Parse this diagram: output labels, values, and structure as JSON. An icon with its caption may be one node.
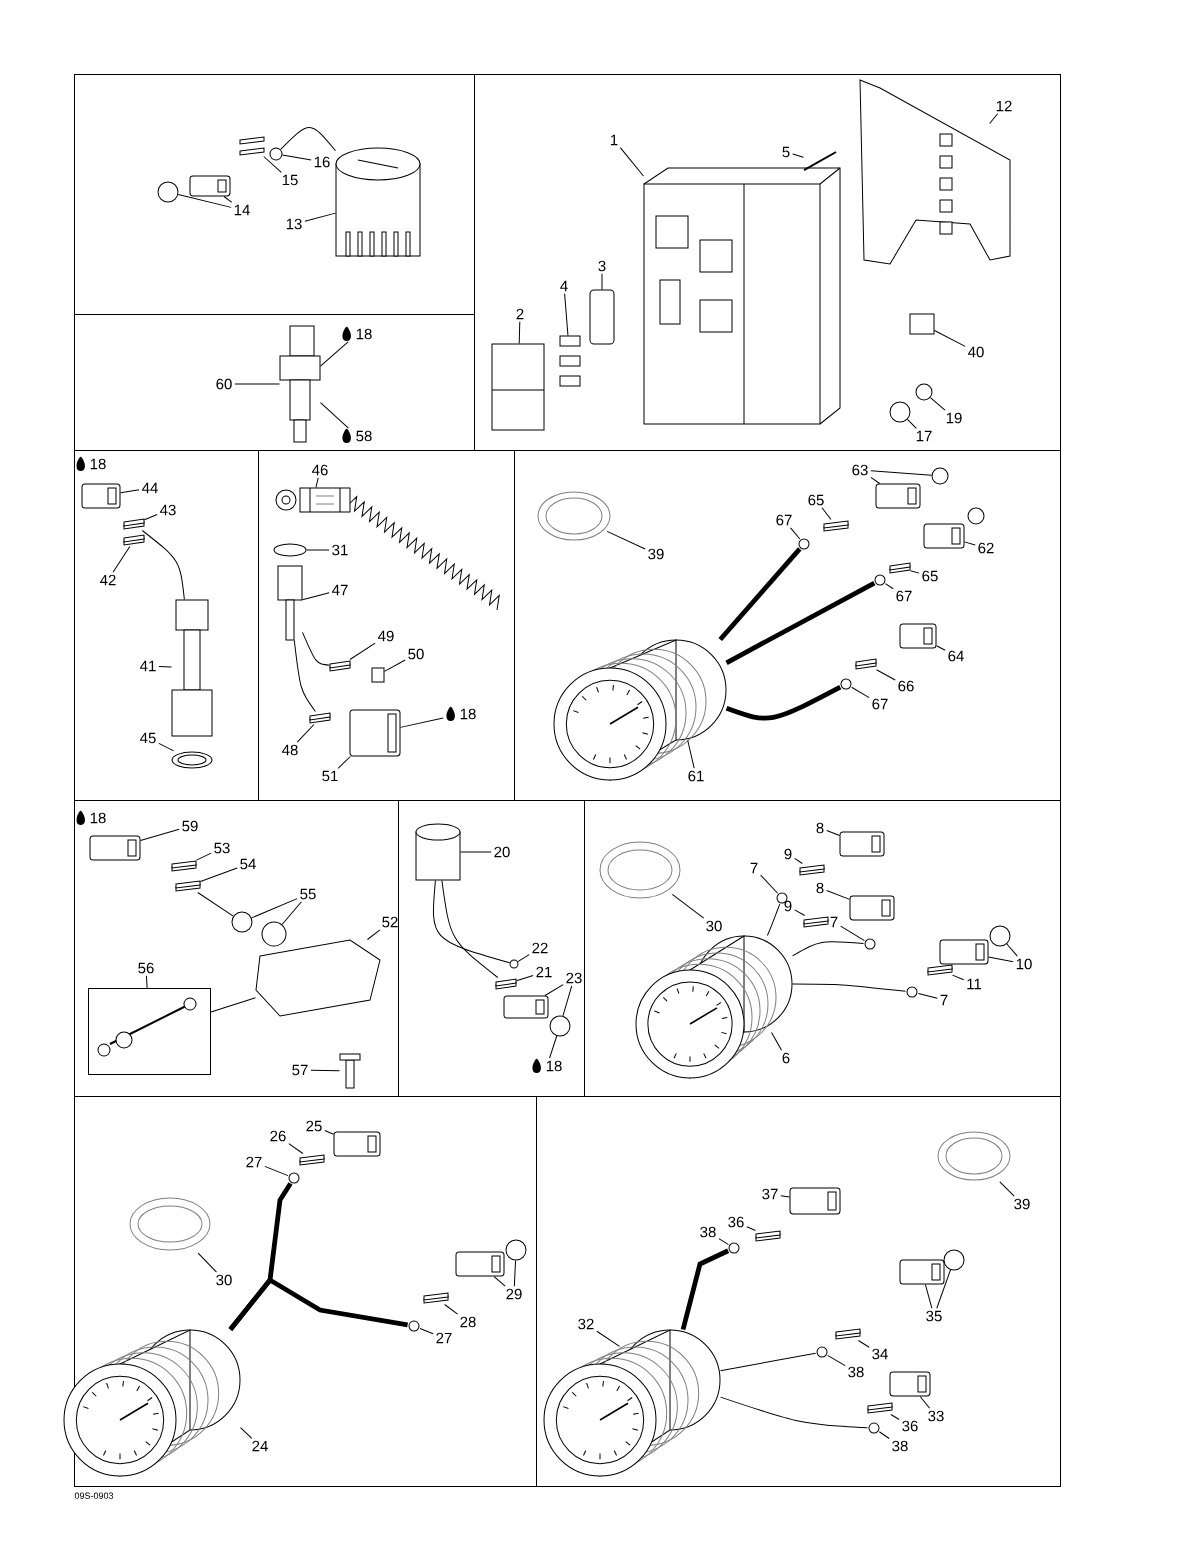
{
  "diagram": {
    "nodes": [
      {
        "text": [],
        "shape": "box"
      },
      {
        "text": [
          "16"
        ],
        "in": 0
      },
      {
        "text": [
          "15"
        ],
        "in": 0
      },
      {
        "text": [
          "14"
        ],
        "in": 0
      },
      {
        "text": [
          "13"
        ],
        "in": 0
      },
      {
        "text": [],
        "shape": "box"
      },
      {
        "text": [
          "18"
        ],
        "in": 5
      },
      {
        "text": [
          "60"
        ],
        "in": 5
      },
      {
        "text": [
          "58"
        ],
        "in": 5
      },
      {
        "text": [],
        "shape": "box"
      },
      {
        "text": [
          "1"
        ],
        "in": 9
      },
      {
        "text": [
          "12"
        ],
        "in": 9
      },
      {
        "text": [
          "5"
        ],
        "in": 9
      },
      {
        "text": [
          "3"
        ],
        "in": 9
      },
      {
        "text": [
          "4"
        ],
        "in": 9
      },
      {
        "text": [
          "2"
        ],
        "in": 9
      },
      {
        "text": [
          "40"
        ],
        "in": 9
      },
      {
        "text": [
          "19"
        ],
        "in": 9
      },
      {
        "text": [
          "17"
        ],
        "in": 9
      },
      {
        "text": [],
        "shape": "box"
      },
      {
        "text": [
          "18"
        ],
        "in": 19
      },
      {
        "text": [
          "44"
        ],
        "in": 19
      },
      {
        "text": [
          "43"
        ],
        "in": 19
      },
      {
        "text": [
          "42"
        ],
        "in": 19
      },
      {
        "text": [
          "41"
        ],
        "in": 19
      },
      {
        "text": [
          "45"
        ],
        "in": 19
      },
      {
        "text": [],
        "shape": "box"
      },
      {
        "text": [
          "46"
        ],
        "in": 26
      },
      {
        "text": [
          "31"
        ],
        "in": 26
      },
      {
        "text": [
          "47"
        ],
        "in": 26
      },
      {
        "text": [
          "49"
        ],
        "in": 26
      },
      {
        "text": [
          "50"
        ],
        "in": 26
      },
      {
        "text": [
          "48"
        ],
        "in": 26
      },
      {
        "text": [
          "51"
        ],
        "in": 26
      },
      {
        "text": [
          "18"
        ],
        "in": 26
      },
      {
        "text": [],
        "shape": "box"
      },
      {
        "text": [
          "39"
        ],
        "in": 35
      },
      {
        "text": [
          "63"
        ],
        "in": 35
      },
      {
        "text": [
          "65"
        ],
        "in": 35
      },
      {
        "text": [
          "67"
        ],
        "in": 35
      },
      {
        "text": [
          "62"
        ],
        "in": 35
      },
      {
        "text": [
          "65"
        ],
        "in": 35
      },
      {
        "text": [
          "67"
        ],
        "in": 35
      },
      {
        "text": [
          "64"
        ],
        "in": 35
      },
      {
        "text": [
          "66"
        ],
        "in": 35
      },
      {
        "text": [
          "67"
        ],
        "in": 35
      },
      {
        "text": [
          "61"
        ],
        "in": 35
      },
      {
        "text": [],
        "shape": "box"
      },
      {
        "text": [
          "18"
        ],
        "in": 47
      },
      {
        "text": [
          "59"
        ],
        "in": 47
      },
      {
        "text": [
          "53"
        ],
        "in": 47
      },
      {
        "text": [
          "54"
        ],
        "in": 47
      },
      {
        "text": [
          "55"
        ],
        "in": 47
      },
      {
        "text": [
          "52"
        ],
        "in": 47
      },
      {
        "text": [],
        "shape": "box",
        "in": 47
      },
      {
        "text": [
          "56"
        ],
        "in": 47
      },
      {
        "text": [
          "57"
        ],
        "in": 47
      },
      {
        "text": [],
        "shape": "box"
      },
      {
        "text": [
          "20"
        ],
        "in": 57
      },
      {
        "text": [
          "22"
        ],
        "in": 57
      },
      {
        "text": [
          "21"
        ],
        "in": 57
      },
      {
        "text": [
          "23"
        ],
        "in": 57
      },
      {
        "text": [
          "18"
        ],
        "in": 57
      },
      {
        "text": [],
        "shape": "box"
      },
      {
        "text": [
          "30"
        ],
        "in": 63
      },
      {
        "text": [
          "8"
        ],
        "in": 63
      },
      {
        "text": [
          "9"
        ],
        "in": 63
      },
      {
        "text": [
          "7"
        ],
        "in": 63
      },
      {
        "text": [
          "8"
        ],
        "in": 63
      },
      {
        "text": [
          "9"
        ],
        "in": 63
      },
      {
        "text": [
          "7"
        ],
        "in": 63
      },
      {
        "text": [
          "11"
        ],
        "in": 63
      },
      {
        "text": [
          "7"
        ],
        "in": 63
      },
      {
        "text": [
          "10"
        ],
        "in": 63
      },
      {
        "text": [
          "6"
        ],
        "in": 63
      },
      {
        "text": [],
        "shape": "box"
      },
      {
        "text": [
          "25"
        ],
        "in": 75
      },
      {
        "text": [
          "26"
        ],
        "in": 75
      },
      {
        "text": [
          "27"
        ],
        "in": 75
      },
      {
        "text": [
          "30"
        ],
        "in": 75
      },
      {
        "text": [
          "29"
        ],
        "in": 75
      },
      {
        "text": [
          "28"
        ],
        "in": 75
      },
      {
        "text": [
          "27"
        ],
        "in": 75
      },
      {
        "text": [
          "24"
        ],
        "in": 75
      },
      {
        "text": [],
        "shape": "box"
      },
      {
        "text": [
          "37"
        ],
        "in": 84
      },
      {
        "text": [
          "36"
        ],
        "in": 84
      },
      {
        "text": [
          "38"
        ],
        "in": 84
      },
      {
        "text": [
          "39"
        ],
        "in": 84
      },
      {
        "text": [
          "35"
        ],
        "in": 84
      },
      {
        "text": [
          "32"
        ],
        "in": 84
      },
      {
        "text": [
          "34"
        ],
        "in": 84
      },
      {
        "text": [
          "38"
        ],
        "in": 84
      },
      {
        "text": [
          "33"
        ],
        "in": 84
      },
      {
        "text": [
          "36"
        ],
        "in": 84
      },
      {
        "text": [
          "38"
        ],
        "in": 84
      },
      {
        "text": [],
        "shape": "picture",
        "in": 0
      },
      {
        "text": [],
        "shape": "circle",
        "in": 0
      },
      {
        "text": [],
        "shape": "box",
        "in": 0
      },
      {
        "text": [],
        "shape": "circle",
        "in": 0
      },
      {
        "text": [],
        "shape": "box",
        "in": 0
      },
      {
        "text": [],
        "shape": "picture",
        "in": 5
      },
      {
        "text": [],
        "shape": "picture",
        "in": 9
      },
      {
        "text": [],
        "shape": "picture",
        "in": 9
      },
      {
        "text": [],
        "shape": "picture",
        "in": 9
      },
      {
        "text": [],
        "shape": "box",
        "in": 9
      },
      {
        "text": [],
        "shape": "picture",
        "in": 9
      },
      {
        "text": [],
        "shape": "picture",
        "in": 9
      },
      {
        "text": [],
        "shape": "box",
        "in": 9
      },
      {
        "text": [],
        "shape": "circle",
        "in": 9
      },
      {
        "text": [],
        "shape": "circle",
        "in": 9
      },
      {
        "text": [],
        "shape": "box",
        "in": 19
      },
      {
        "text": [],
        "shape": "box",
        "in": 19
      },
      {
        "text": [],
        "shape": "box",
        "in": 19
      },
      {
        "text": [],
        "shape": "picture",
        "in": 19
      },
      {
        "text": [],
        "shape": "circle",
        "in": 19
      },
      {
        "text": [],
        "shape": "picture",
        "in": 26
      },
      {
        "text": [],
        "shape": "circle",
        "in": 26
      },
      {
        "text": [],
        "shape": "picture",
        "in": 26
      },
      {
        "text": [],
        "shape": "box",
        "in": 26
      },
      {
        "text": [],
        "shape": "box",
        "in": 26
      },
      {
        "text": [],
        "shape": "box",
        "in": 26
      },
      {
        "text": [],
        "shape": "box",
        "in": 26
      },
      {
        "text": [],
        "shape": "circle",
        "in": 35
      },
      {
        "text": [],
        "shape": "box",
        "in": 35
      },
      {
        "text": [],
        "shape": "circle",
        "in": 35
      },
      {
        "text": [],
        "shape": "box",
        "in": 35
      },
      {
        "text": [],
        "shape": "circle",
        "in": 35
      },
      {
        "text": [],
        "shape": "box",
        "in": 35
      },
      {
        "text": [],
        "shape": "box",
        "in": 35
      },
      {
        "text": [],
        "shape": "circle",
        "in": 35
      },
      {
        "text": [],
        "shape": "box",
        "in": 35
      },
      {
        "text": [],
        "shape": "box",
        "in": 35
      },
      {
        "text": [],
        "shape": "circle",
        "in": 35
      },
      {
        "text": [],
        "shape": "picture",
        "in": 35
      },
      {
        "text": [],
        "shape": "box",
        "in": 47
      },
      {
        "text": [],
        "shape": "box",
        "in": 47
      },
      {
        "text": [],
        "shape": "box",
        "in": 47
      },
      {
        "text": [],
        "shape": "circle",
        "in": 47
      },
      {
        "text": [],
        "shape": "circle",
        "in": 47
      },
      {
        "text": [],
        "shape": "picture",
        "in": 47
      },
      {
        "text": [],
        "shape": "picture",
        "in": 47
      },
      {
        "text": [],
        "shape": "cylinder",
        "in": 57
      },
      {
        "text": [],
        "shape": "circle",
        "in": 57
      },
      {
        "text": [],
        "shape": "box",
        "in": 57
      },
      {
        "text": [],
        "shape": "box",
        "in": 57
      },
      {
        "text": [],
        "shape": "circle",
        "in": 57
      },
      {
        "text": [],
        "shape": "circle",
        "in": 63
      },
      {
        "text": [],
        "shape": "box",
        "in": 63
      },
      {
        "text": [],
        "shape": "box",
        "in": 63
      },
      {
        "text": [],
        "shape": "circle",
        "in": 63
      },
      {
        "text": [],
        "shape": "box",
        "in": 63
      },
      {
        "text": [],
        "shape": "box",
        "in": 63
      },
      {
        "text": [],
        "shape": "circle",
        "in": 63
      },
      {
        "text": [],
        "shape": "box",
        "in": 63
      },
      {
        "text": [],
        "shape": "circle",
        "in": 63
      },
      {
        "text": [],
        "shape": "box",
        "in": 63
      },
      {
        "text": [],
        "shape": "circle",
        "in": 63
      },
      {
        "text": [],
        "shape": "picture",
        "in": 63
      },
      {
        "text": [],
        "shape": "box",
        "in": 75
      },
      {
        "text": [],
        "shape": "box",
        "in": 75
      },
      {
        "text": [],
        "shape": "circle",
        "in": 75
      },
      {
        "text": [],
        "shape": "circle",
        "in": 75
      },
      {
        "text": [],
        "shape": "box",
        "in": 75
      },
      {
        "text": [],
        "shape": "circle",
        "in": 75
      },
      {
        "text": [],
        "shape": "box",
        "in": 75
      },
      {
        "text": [],
        "shape": "circle",
        "in": 75
      },
      {
        "text": [],
        "shape": "picture",
        "in": 75
      },
      {
        "text": [],
        "shape": "box",
        "in": 84
      },
      {
        "text": [],
        "shape": "box",
        "in": 84
      },
      {
        "text": [],
        "shape": "circle",
        "in": 84
      },
      {
        "text": [],
        "shape": "circle",
        "in": 84
      },
      {
        "text": [],
        "shape": "box",
        "in": 84
      },
      {
        "text": [],
        "shape": "circle",
        "in": 84
      },
      {
        "text": [],
        "shape": "picture",
        "in": 84
      },
      {
        "text": [],
        "shape": "box",
        "in": 84
      },
      {
        "text": [],
        "shape": "circle",
        "in": 84
      },
      {
        "text": [],
        "shape": "box",
        "in": 84
      },
      {
        "text": [],
        "shape": "box",
        "in": 84
      },
      {
        "text": [],
        "shape": "circle",
        "in": 84
      }
    ],
    "edges": [
      {
        "from": 1,
        "to": 97,
        "arrow": "none"
      },
      {
        "from": 2,
        "to": 98,
        "arrow": "none"
      },
      {
        "from": 3,
        "to": 99,
        "arrow": "none"
      },
      {
        "from": 3,
        "to": 100,
        "arrow": "none"
      },
      {
        "from": 4,
        "to": 96,
        "arrow": "none"
      },
      {
        "from": 6,
        "to": 101,
        "arrow": "none"
      },
      {
        "from": 7,
        "to": 101,
        "arrow": "none"
      },
      {
        "from": 8,
        "to": 101,
        "arrow": "none"
      },
      {
        "from": 10,
        "to": 102,
        "arrow": "none"
      },
      {
        "from": 11,
        "to": 103,
        "arrow": "none"
      },
      {
        "from": 12,
        "to": 104,
        "arrow": "none"
      },
      {
        "from": 13,
        "to": 105,
        "arrow": "none"
      },
      {
        "from": 14,
        "to": 106,
        "arrow": "none"
      },
      {
        "from": 15,
        "to": 107,
        "arrow": "none"
      },
      {
        "from": 16,
        "to": 108,
        "arrow": "none"
      },
      {
        "from": 17,
        "to": 109,
        "arrow": "none"
      },
      {
        "from": 18,
        "to": 110,
        "arrow": "none"
      },
      {
        "from": 21,
        "to": 111,
        "arrow": "none"
      },
      {
        "from": 22,
        "to": 112,
        "arrow": "none"
      },
      {
        "from": 23,
        "to": 113,
        "arrow": "none"
      },
      {
        "from": 24,
        "to": 114,
        "arrow": "none"
      },
      {
        "from": 25,
        "to": 115,
        "arrow": "none"
      },
      {
        "from": 27,
        "to": 116,
        "arrow": "none"
      },
      {
        "from": 28,
        "to": 117,
        "arrow": "none"
      },
      {
        "from": 29,
        "to": 118,
        "arrow": "none"
      },
      {
        "from": 30,
        "to": 119,
        "arrow": "none"
      },
      {
        "from": 31,
        "to": 120,
        "arrow": "none"
      },
      {
        "from": 32,
        "to": 121,
        "arrow": "none"
      },
      {
        "from": 33,
        "to": 122,
        "arrow": "none"
      },
      {
        "from": 34,
        "to": 122,
        "arrow": "none"
      },
      {
        "from": 36,
        "to": 123,
        "arrow": "none"
      },
      {
        "from": 37,
        "to": 124,
        "arrow": "none"
      },
      {
        "from": 37,
        "to": 125,
        "arrow": "none"
      },
      {
        "from": 38,
        "to": 126,
        "arrow": "none"
      },
      {
        "from": 39,
        "to": 127,
        "arrow": "none"
      },
      {
        "from": 40,
        "to": 128,
        "arrow": "none"
      },
      {
        "from": 41,
        "to": 129,
        "arrow": "none"
      },
      {
        "from": 42,
        "to": 130,
        "arrow": "none"
      },
      {
        "from": 43,
        "to": 131,
        "arrow": "none"
      },
      {
        "from": 44,
        "to": 132,
        "arrow": "none"
      },
      {
        "from": 45,
        "to": 133,
        "arrow": "none"
      },
      {
        "from": 46,
        "to": 134,
        "arrow": "none"
      },
      {
        "from": 49,
        "to": 135,
        "arrow": "none"
      },
      {
        "from": 50,
        "to": 136,
        "arrow": "none"
      },
      {
        "from": 51,
        "to": 137,
        "arrow": "none"
      },
      {
        "from": 52,
        "to": 138,
        "arrow": "none"
      },
      {
        "from": 52,
        "to": 139,
        "arrow": "none"
      },
      {
        "from": 53,
        "to": 140,
        "arrow": "none"
      },
      {
        "from": 54,
        "to": 140,
        "arrow": "none"
      },
      {
        "from": 55,
        "to": 54,
        "arrow": "none"
      },
      {
        "from": 56,
        "to": 141,
        "arrow": "none"
      },
      {
        "from": 58,
        "to": 142,
        "arrow": "none"
      },
      {
        "from": 59,
        "to": 143,
        "arrow": "none"
      },
      {
        "from": 60,
        "to": 144,
        "arrow": "none"
      },
      {
        "from": 61,
        "to": 145,
        "arrow": "none"
      },
      {
        "from": 61,
        "to": 146,
        "arrow": "none"
      },
      {
        "from": 62,
        "to": 146,
        "arrow": "none"
      },
      {
        "from": 64,
        "to": 147,
        "arrow": "none"
      },
      {
        "from": 65,
        "to": 148,
        "arrow": "none"
      },
      {
        "from": 66,
        "to": 149,
        "arrow": "none"
      },
      {
        "from": 67,
        "to": 150,
        "arrow": "none"
      },
      {
        "from": 68,
        "to": 151,
        "arrow": "none"
      },
      {
        "from": 69,
        "to": 152,
        "arrow": "none"
      },
      {
        "from": 70,
        "to": 153,
        "arrow": "none"
      },
      {
        "from": 71,
        "to": 156,
        "arrow": "none"
      },
      {
        "from": 72,
        "to": 157,
        "arrow": "none"
      },
      {
        "from": 73,
        "to": 154,
        "arrow": "none"
      },
      {
        "from": 73,
        "to": 155,
        "arrow": "none"
      },
      {
        "from": 74,
        "to": 158,
        "arrow": "none"
      },
      {
        "from": 76,
        "to": 159,
        "arrow": "none"
      },
      {
        "from": 77,
        "to": 160,
        "arrow": "none"
      },
      {
        "from": 78,
        "to": 161,
        "arrow": "none"
      },
      {
        "from": 79,
        "to": 162,
        "arrow": "none"
      },
      {
        "from": 80,
        "to": 163,
        "arrow": "none"
      },
      {
        "from": 80,
        "to": 164,
        "arrow": "none"
      },
      {
        "from": 81,
        "to": 165,
        "arrow": "none"
      },
      {
        "from": 82,
        "to": 166,
        "arrow": "none"
      },
      {
        "from": 83,
        "to": 167,
        "arrow": "none"
      },
      {
        "from": 85,
        "to": 168,
        "arrow": "none"
      },
      {
        "from": 86,
        "to": 169,
        "arrow": "none"
      },
      {
        "from": 87,
        "to": 170,
        "arrow": "none"
      },
      {
        "from": 88,
        "to": 171,
        "arrow": "none"
      },
      {
        "from": 89,
        "to": 172,
        "arrow": "none"
      },
      {
        "from": 89,
        "to": 173,
        "arrow": "none"
      },
      {
        "from": 90,
        "to": 174,
        "arrow": "none"
      },
      {
        "from": 91,
        "to": 175,
        "arrow": "none"
      },
      {
        "from": 92,
        "to": 176,
        "arrow": "none"
      },
      {
        "from": 93,
        "to": 177,
        "arrow": "none"
      },
      {
        "from": 94,
        "to": 178,
        "arrow": "none"
      },
      {
        "from": 95,
        "to": 179,
        "arrow": "none"
      },
      {
        "from": 96,
        "to": 97,
        "arrow": "none"
      },
      {
        "from": 112,
        "to": 114,
        "arrow": "none"
      },
      {
        "from": 118,
        "to": 121,
        "arrow": "none"
      },
      {
        "from": 118,
        "to": 119,
        "arrow": "none"
      },
      {
        "from": 134,
        "to": 127,
        "arrow": "none",
        "style": "thick"
      },
      {
        "from": 134,
        "to": 130,
        "arrow": "none",
        "style": "thick"
      },
      {
        "from": 134,
        "to": 133,
        "arrow": "none",
        "style": "thick"
      },
      {
        "from": 137,
        "to": 138,
        "arrow": "none"
      },
      {
        "from": 142,
        "to": 143,
        "arrow": "none"
      },
      {
        "from": 142,
        "to": 144,
        "arrow": "none"
      },
      {
        "from": 158,
        "to": 150,
        "arrow": "none"
      },
      {
        "from": 158,
        "to": 153,
        "arrow": "none"
      },
      {
        "from": 158,
        "to": 157,
        "arrow": "none"
      },
      {
        "from": 167,
        "to": 161,
        "arrow": "none",
        "style": "thick"
      },
      {
        "from": 167,
        "to": 166,
        "arrow": "none",
        "style": "thick"
      },
      {
        "from": 174,
        "to": 170,
        "arrow": "none",
        "style": "thick"
      },
      {
        "from": 174,
        "to": 176,
        "arrow": "none"
      },
      {
        "from": 174,
        "to": 179,
        "arrow": "none"
      }
    ],
    "labels": [
      "09S-0903"
    ]
  }
}
